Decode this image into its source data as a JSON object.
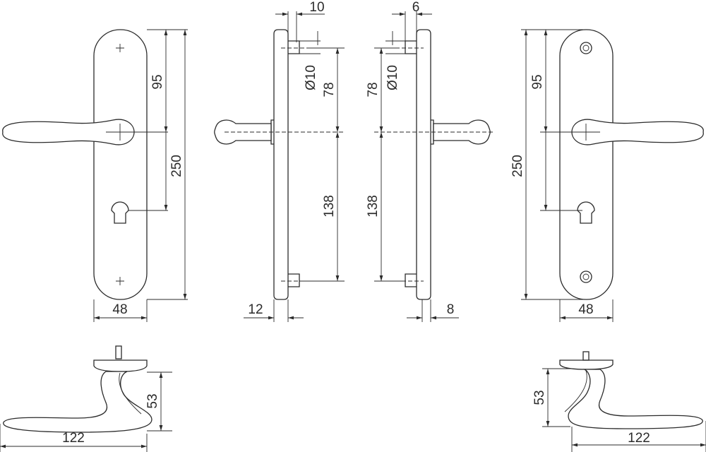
{
  "front_left": {
    "dim_95": "95",
    "dim_250": "250",
    "dim_48": "48"
  },
  "side_left": {
    "dim_10": "10",
    "dim_dia10": "Ø10",
    "dim_78": "78",
    "dim_138": "138",
    "dim_12": "12"
  },
  "side_right": {
    "dim_6": "6",
    "dim_dia10": "Ø10",
    "dim_78": "78",
    "dim_138": "138",
    "dim_8": "8"
  },
  "front_right": {
    "dim_95": "95",
    "dim_250": "250",
    "dim_48": "48"
  },
  "top_left": {
    "dim_53": "53",
    "dim_122": "122"
  },
  "top_right": {
    "dim_53": "53",
    "dim_122": "122"
  }
}
